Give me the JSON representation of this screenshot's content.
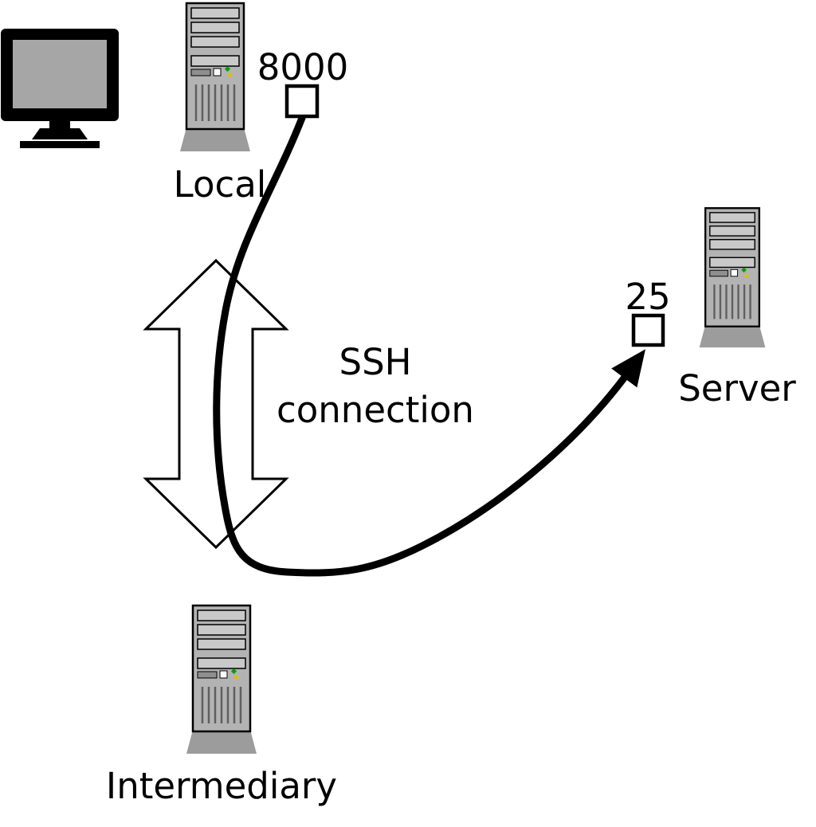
{
  "diagram": {
    "local": {
      "label": "Local",
      "port": "8000"
    },
    "server": {
      "label": "Server",
      "port": "25"
    },
    "intermediary": {
      "label": "Intermediary"
    },
    "ssh": {
      "line1": "SSH",
      "line2": "connection"
    }
  },
  "colors": {
    "tower_body": "#b3b3b3",
    "tower_slot": "#c9c9c9",
    "tower_drive": "#8f8f8f",
    "pedestal": "#9c9c9c",
    "monitor_screen": "#a6a6a6",
    "led_green": "#00a000",
    "led_yellow": "#e0c000",
    "outline": "#000000",
    "background": "#ffffff"
  }
}
